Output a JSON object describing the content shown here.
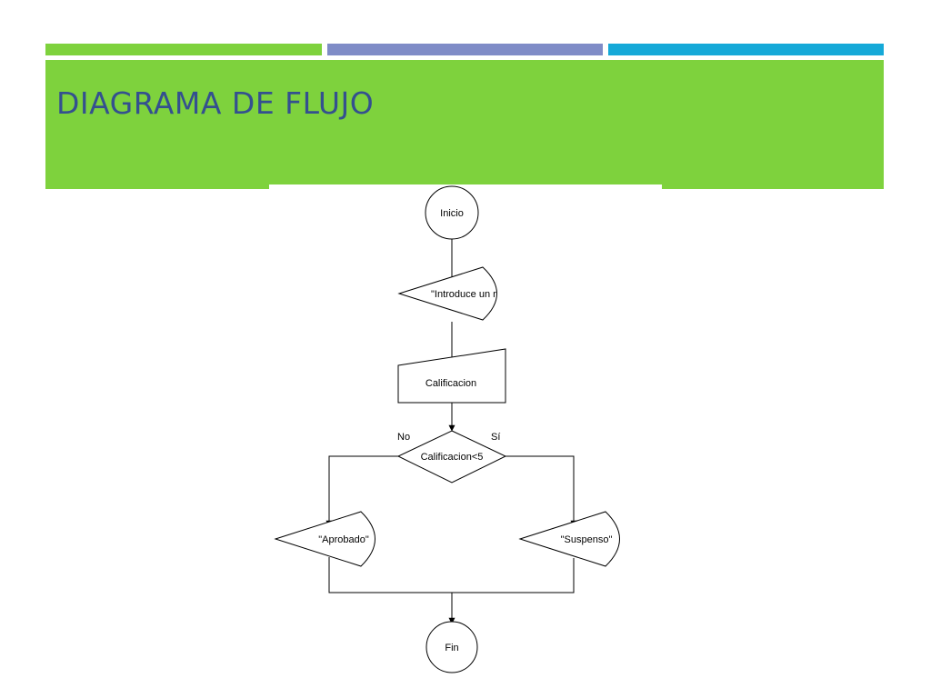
{
  "slide": {
    "title": "DIAGRAMA DE FLUJO"
  },
  "theme": {
    "accent_green": "#7ed23d",
    "accent_purple": "#7f8cc7",
    "accent_blue": "#15a9d8",
    "title_color": "#34508f"
  },
  "flowchart": {
    "start": "Inicio",
    "output_prompt": "\"Introduce un r",
    "input_variable": "Calificacion",
    "decision": "Calificacion<5",
    "branch_no": "No",
    "branch_yes": "Sí",
    "output_no": "\"Aprobado\"",
    "output_yes": "\"Suspenso\"",
    "end": "Fin"
  }
}
